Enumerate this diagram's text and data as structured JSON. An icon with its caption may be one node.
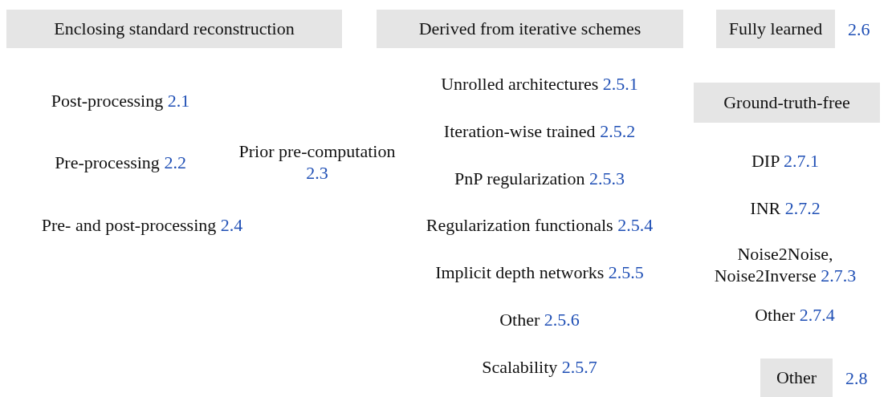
{
  "diagram": {
    "nodes": [
      {
        "text": [
          "Enclosing standard reconstruction"
        ]
      },
      {
        "text": [
          "Derived from iterative schemes"
        ]
      },
      {
        "text": [
          "Fully learned"
        ],
        "beside": [
          "2.6"
        ]
      },
      {
        "text": [
          "Ground-truth-free"
        ]
      },
      {
        "text": [
          "Other"
        ],
        "beside": [
          "2.8"
        ]
      }
    ],
    "labels": [
      "Post-processing",
      "2.1",
      "Pre-processing",
      "2.2",
      "Prior pre-computation",
      "2.3",
      "Pre- and post-processing",
      "2.4",
      "Unrolled architectures",
      "2.5.1",
      "Iteration-wise trained",
      "2.5.2",
      "PnP regularization",
      "2.5.3",
      "Regularization functionals",
      "2.5.4",
      "Implicit depth networks",
      "2.5.5",
      "Other",
      "2.5.6",
      "Scalability",
      "2.5.7",
      "DIP",
      "2.7.1",
      "INR",
      "2.7.2",
      "Noise2Noise, Noise2Inverse",
      "2.7.3",
      "Other",
      "2.7.4"
    ]
  }
}
